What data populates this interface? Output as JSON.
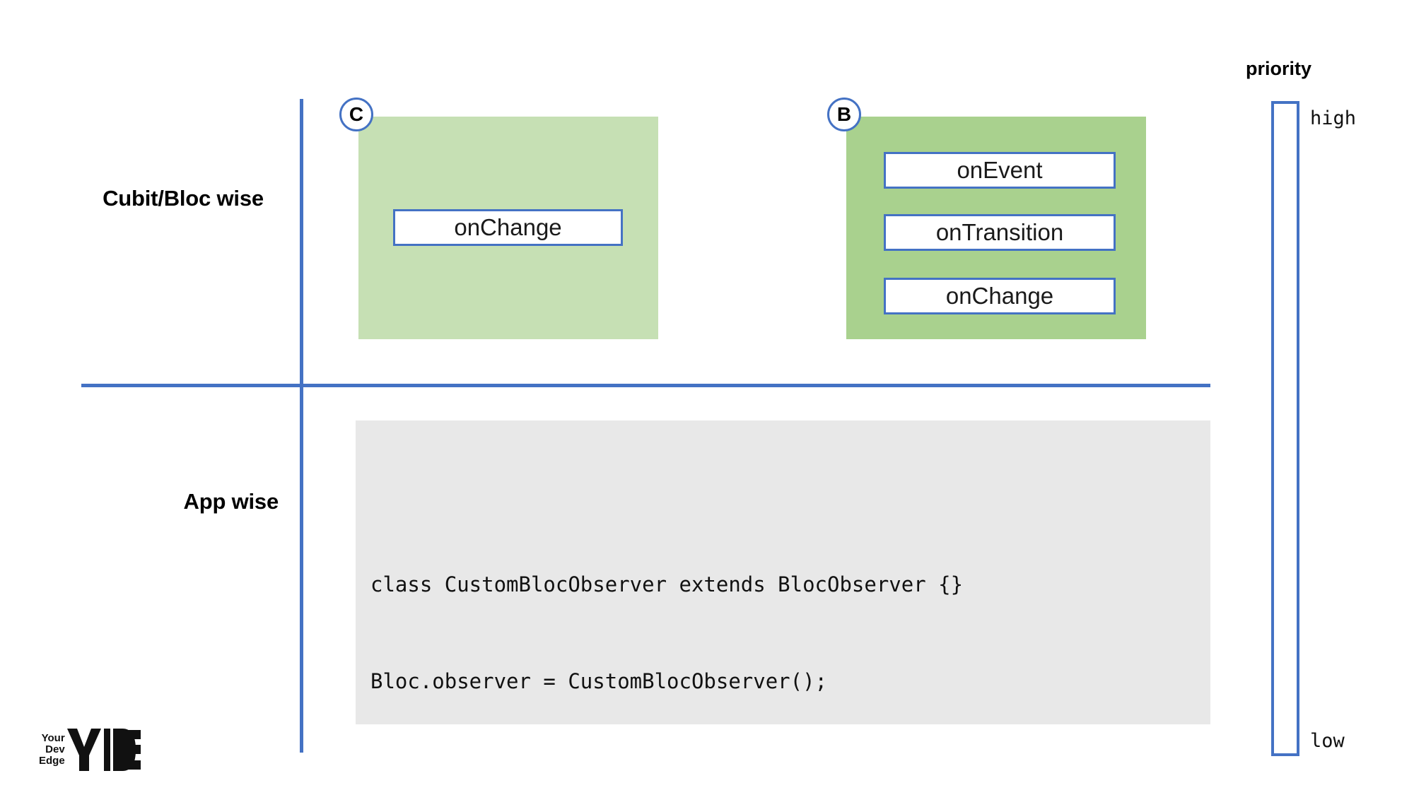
{
  "diagram": {
    "title_implicit": "BlocObserver overrides by scope and priority",
    "accent_blue": "#4472C4",
    "rows": [
      {
        "id": "cubit-bloc",
        "label": "Cubit/Bloc wise"
      },
      {
        "id": "app",
        "label": "App wise"
      }
    ],
    "groups": [
      {
        "id": "cubit",
        "badge": "C",
        "fill": "#C6E0B4",
        "methods": [
          "onChange"
        ]
      },
      {
        "id": "bloc",
        "badge": "B",
        "fill": "#A9D18E",
        "methods": [
          "onEvent",
          "onTransition",
          "onChange"
        ]
      }
    ],
    "code_panel": {
      "fill": "#E8E8E8",
      "lines": [
        "class CustomBlocObserver extends BlocObserver {}",
        "Bloc.observer = CustomBlocObserver();"
      ]
    },
    "priority": {
      "title": "priority",
      "high_label": "high",
      "low_label": "low"
    },
    "logo": {
      "line1": "Your",
      "line2": "Dev",
      "line3": "Edge",
      "mark": "YDE"
    }
  }
}
